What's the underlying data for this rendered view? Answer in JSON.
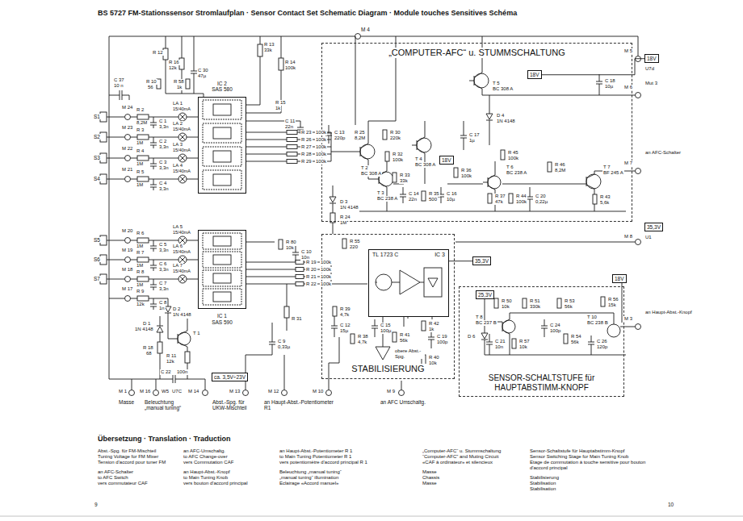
{
  "diagram": {
    "title": "BS 5727 FM-Stationssensor Stromlaufplan · Sensor Contact Set Schematic Diagram · Module touches Sensitives Schéma",
    "nodes": [
      {
        "text": [
          "„COMPUTER-AFC“ u. STUMMSCHALTUNG"
        ]
      },
      {
        "text": [
          "STABILISIERUNG"
        ]
      },
      {
        "text": [
          "SENSOR-SCHALTSTUFE für HAUPTABSTIMM-KNOPF"
        ]
      },
      {
        "text": [
          "IC 2",
          "SAS 580"
        ]
      },
      {
        "text": [
          "IC 1",
          "SAS 590"
        ]
      },
      {
        "text": [
          "TL 1723 C",
          "IC 3"
        ],
        "in": 1
      },
      {
        "text": [
          "18V"
        ]
      },
      {
        "text": [
          "18V"
        ],
        "in": 0
      },
      {
        "text": [
          "18V"
        ],
        "in": 0
      },
      {
        "text": [
          "35,3V"
        ]
      },
      {
        "text": [
          "35,3V"
        ]
      },
      {
        "text": [
          "25,3V"
        ],
        "in": 2
      },
      {
        "text": [
          "18V"
        ]
      },
      {
        "text": [
          "ca. 3,5V÷23V"
        ]
      }
    ],
    "edges": [
      {
        "from": 10,
        "to": 5,
        "arrow": "none"
      },
      {
        "from": 7,
        "to": 6,
        "arrow": "none"
      }
    ],
    "labels": [
      "M 4",
      "C 37",
      "10 n",
      "R 12",
      "R 16",
      "12k",
      "C 30",
      "47µ",
      "R 10",
      "56",
      "R 58",
      "1k",
      "M 24",
      "M 23",
      "M 22",
      "M 21",
      "S1",
      "S2",
      "S3",
      "S4",
      "R 2",
      "8,2M",
      "C 1",
      "3,3n",
      "LA 1",
      "15/40mA",
      "R 3",
      "1M",
      "C 2",
      "3,3n",
      "LA 2",
      "15/40mA",
      "R 4",
      "1M",
      "C 3",
      "3,3n",
      "LA 3",
      "15/40mA",
      "R 5",
      "1M",
      "C 4",
      "3,3n",
      "LA 4",
      "15/40mA",
      "M 20",
      "M 19",
      "M 18",
      "M 17",
      "S5",
      "S6",
      "S7",
      "R 6",
      "1M",
      "C 5",
      "3,3n",
      "LA 5",
      "15/40mA",
      "R 7",
      "1M",
      "C 6",
      "3,3n",
      "LA 6",
      "15/40mA",
      "R 8",
      "1M",
      "C 7",
      "3,3n",
      "LA 7",
      "15/40mA",
      "R 9",
      "12k",
      "C 8",
      "1n",
      "D 2",
      "1N 4148",
      "T 1",
      "D 1",
      "1N 4148",
      "R 18",
      "68",
      "R 11",
      "12k",
      "C 22",
      "100n",
      "R 13",
      "33k",
      "R 14",
      "100k",
      "R 15",
      "1k",
      "C 11",
      "22n",
      "R 23",
      "100k",
      "R 26",
      "100k",
      "R 27",
      "100k",
      "R 28",
      "100k",
      "R 29",
      "100k",
      "C 13",
      "220p",
      "R 25",
      "8,2M",
      "D 3",
      "1N 4148",
      "R 24",
      "1M",
      "T 2",
      "BC 308 A",
      "R 30",
      "220k",
      "R 32",
      "100k",
      "T 3",
      "BC 238 A",
      "R 33",
      "33k",
      "C 14",
      "22n",
      "T 4",
      "BC 308 A",
      "R 35",
      "500",
      "C 16",
      "10µ",
      "R 36",
      "100k",
      "C 17",
      "1µ",
      "T 5",
      "BC 308 A",
      "D 4",
      "1N 4148",
      "C 18",
      "10µ",
      "R 45",
      "100k",
      "T 6",
      "BC 238 A",
      "R 37",
      "47k",
      "R 44",
      "100k",
      "C 20",
      "0,22µ",
      "R 46",
      "8,2M",
      "T 7",
      "BF 245 A",
      "R 43",
      "5,6k",
      "M 5",
      "U7d",
      "Mut 3",
      "M 6",
      "an AFC-Schalter",
      "M 7",
      "U1",
      "M 8",
      "an Haupt-Abst.-Knopf",
      "M 3",
      "R 80",
      "10k",
      "C 10",
      "10n",
      "R 19",
      "100k",
      "R 20",
      "100k",
      "R 21",
      "100k",
      "R 22",
      "100k",
      "R 31",
      "C 9",
      "0,33µ",
      "R 55",
      "220",
      "R 39",
      "4,7k",
      "C 12",
      "15µ",
      "R 38",
      "4,7k",
      "C 15",
      "100µ",
      "R 41",
      "56k",
      "R 42",
      "1k",
      "C 19",
      "100p",
      "R 40",
      "10k",
      "obere Abst.-Spg.",
      "R 50",
      "10k",
      "T 8",
      "BC 237 B",
      "D 6",
      "R 51",
      "330k",
      "R 53",
      "56k",
      "T 10",
      "BC 238 B",
      "R 56",
      "15k",
      "C 21",
      "10n",
      "R 57",
      "10k",
      "C 24",
      "100p",
      "R 54",
      "56k",
      "C 26",
      "120p",
      "M 1",
      "M 16",
      "W5",
      "U7C",
      "M 14",
      "M 13",
      "M 12",
      "M 10",
      "M 9",
      "Masse",
      "Beleuchtung „manual tuning“",
      "Abst.-Spg. für UKW-Mischteil",
      "an Haupt-Abst.-Potentiometer R1",
      "an AFC Umschaltg.",
      "Übersetzung · Translation · Traduction",
      "Abst.-Spg. für FM-Mischteil",
      "Tuning Voltage for FM Mixer",
      "Tension d'accord pour tuner FM",
      "an AFC-Schalter",
      "to AFC Switch",
      "vers commutateur CAF",
      "an AFC-Umschaltg.",
      "to AFC Change-over",
      "vers Commutation CAF",
      "an Haupt-Abst.-Knopf",
      "to Main Tuning Knob",
      "vers bouton d'accord principal",
      "an Haupt-Abst.-Potentiometer R 1",
      "to Main Tuning Potentiometer R 1",
      "vers potentiomètre d'accord principal R 1",
      "Beleuchtung „manual tuning“",
      "„manual tuning“ illumination",
      "Eclairage «Accord manuel»",
      "„Computer-AFC“ u. Stummschaltung",
      "“Computer-AFC” and Muting Circuit",
      "«CAF à ordinateur» et silencieux",
      "Masse",
      "Chassis",
      "Masse",
      "Sensor-Schaltstufe für Hauptabstimm-Knopf",
      "Sensor Switching Stage for Main Tuning Knob",
      "Etage de commutation à touche sensitive pour bouton d'accord principal",
      "Stabilisierung",
      "Stabilisation",
      "Stabilisation",
      "9",
      "10"
    ]
  }
}
